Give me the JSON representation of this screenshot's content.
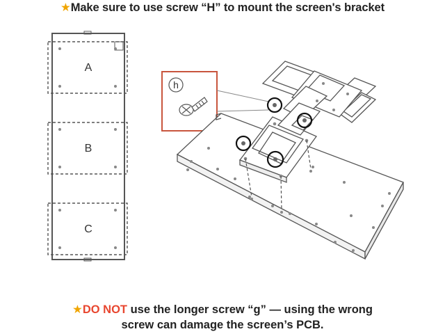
{
  "top_note": {
    "star": "★",
    "text": "Make sure to use screw “H”  to mount the screen's bracket"
  },
  "panel_labels": [
    "A",
    "B",
    "C"
  ],
  "screw_callout_label": "h",
  "bottom_note": {
    "star": "★",
    "warning": "DO NOT",
    "line1_rest": " use the longer screw  “g”  — using the wrong",
    "line2": "screw can damage the screen’s PCB."
  },
  "colors": {
    "star": "#f0a500",
    "warning": "#e8462f",
    "callout_border": "#c8553d",
    "line": "#555555"
  },
  "icons": [
    "star-icon",
    "screw-icon"
  ]
}
